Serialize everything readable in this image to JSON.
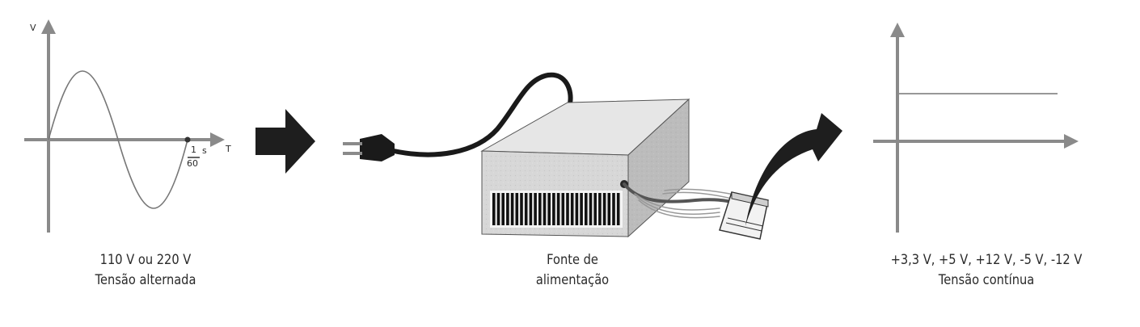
{
  "left_panel": {
    "axis_v": "V",
    "axis_t": "T",
    "period_numerator": "1",
    "period_denominator": "60",
    "period_unit": "s",
    "caption_line1": "110 V ou 220 V",
    "caption_line2": "Tensão alternada"
  },
  "middle_panel": {
    "caption_line1": "Fonte de",
    "caption_line2": "alimentação"
  },
  "right_panel": {
    "caption_line1": "+3,3 V, +5 V, +12 V, -5 V, -12 V",
    "caption_line2": "Tensão contínua"
  },
  "colors": {
    "axis": "#8a8a8a",
    "wave": "#777777",
    "arrow": "#1e1e1e",
    "box_front": "#d8d8d8",
    "box_top": "#e8e8e8",
    "box_side": "#bdbdbd"
  }
}
